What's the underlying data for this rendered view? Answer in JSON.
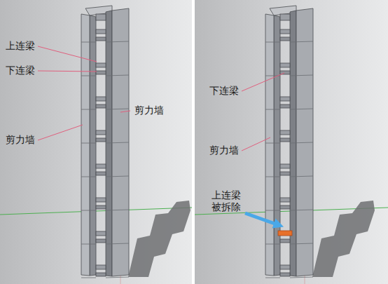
{
  "diagram": {
    "labels": [
      "上连梁",
      "下连梁",
      "剪力墙",
      "剪力墙",
      "下连梁",
      "剪力墙",
      "上连梁 被拆除"
    ]
  }
}
